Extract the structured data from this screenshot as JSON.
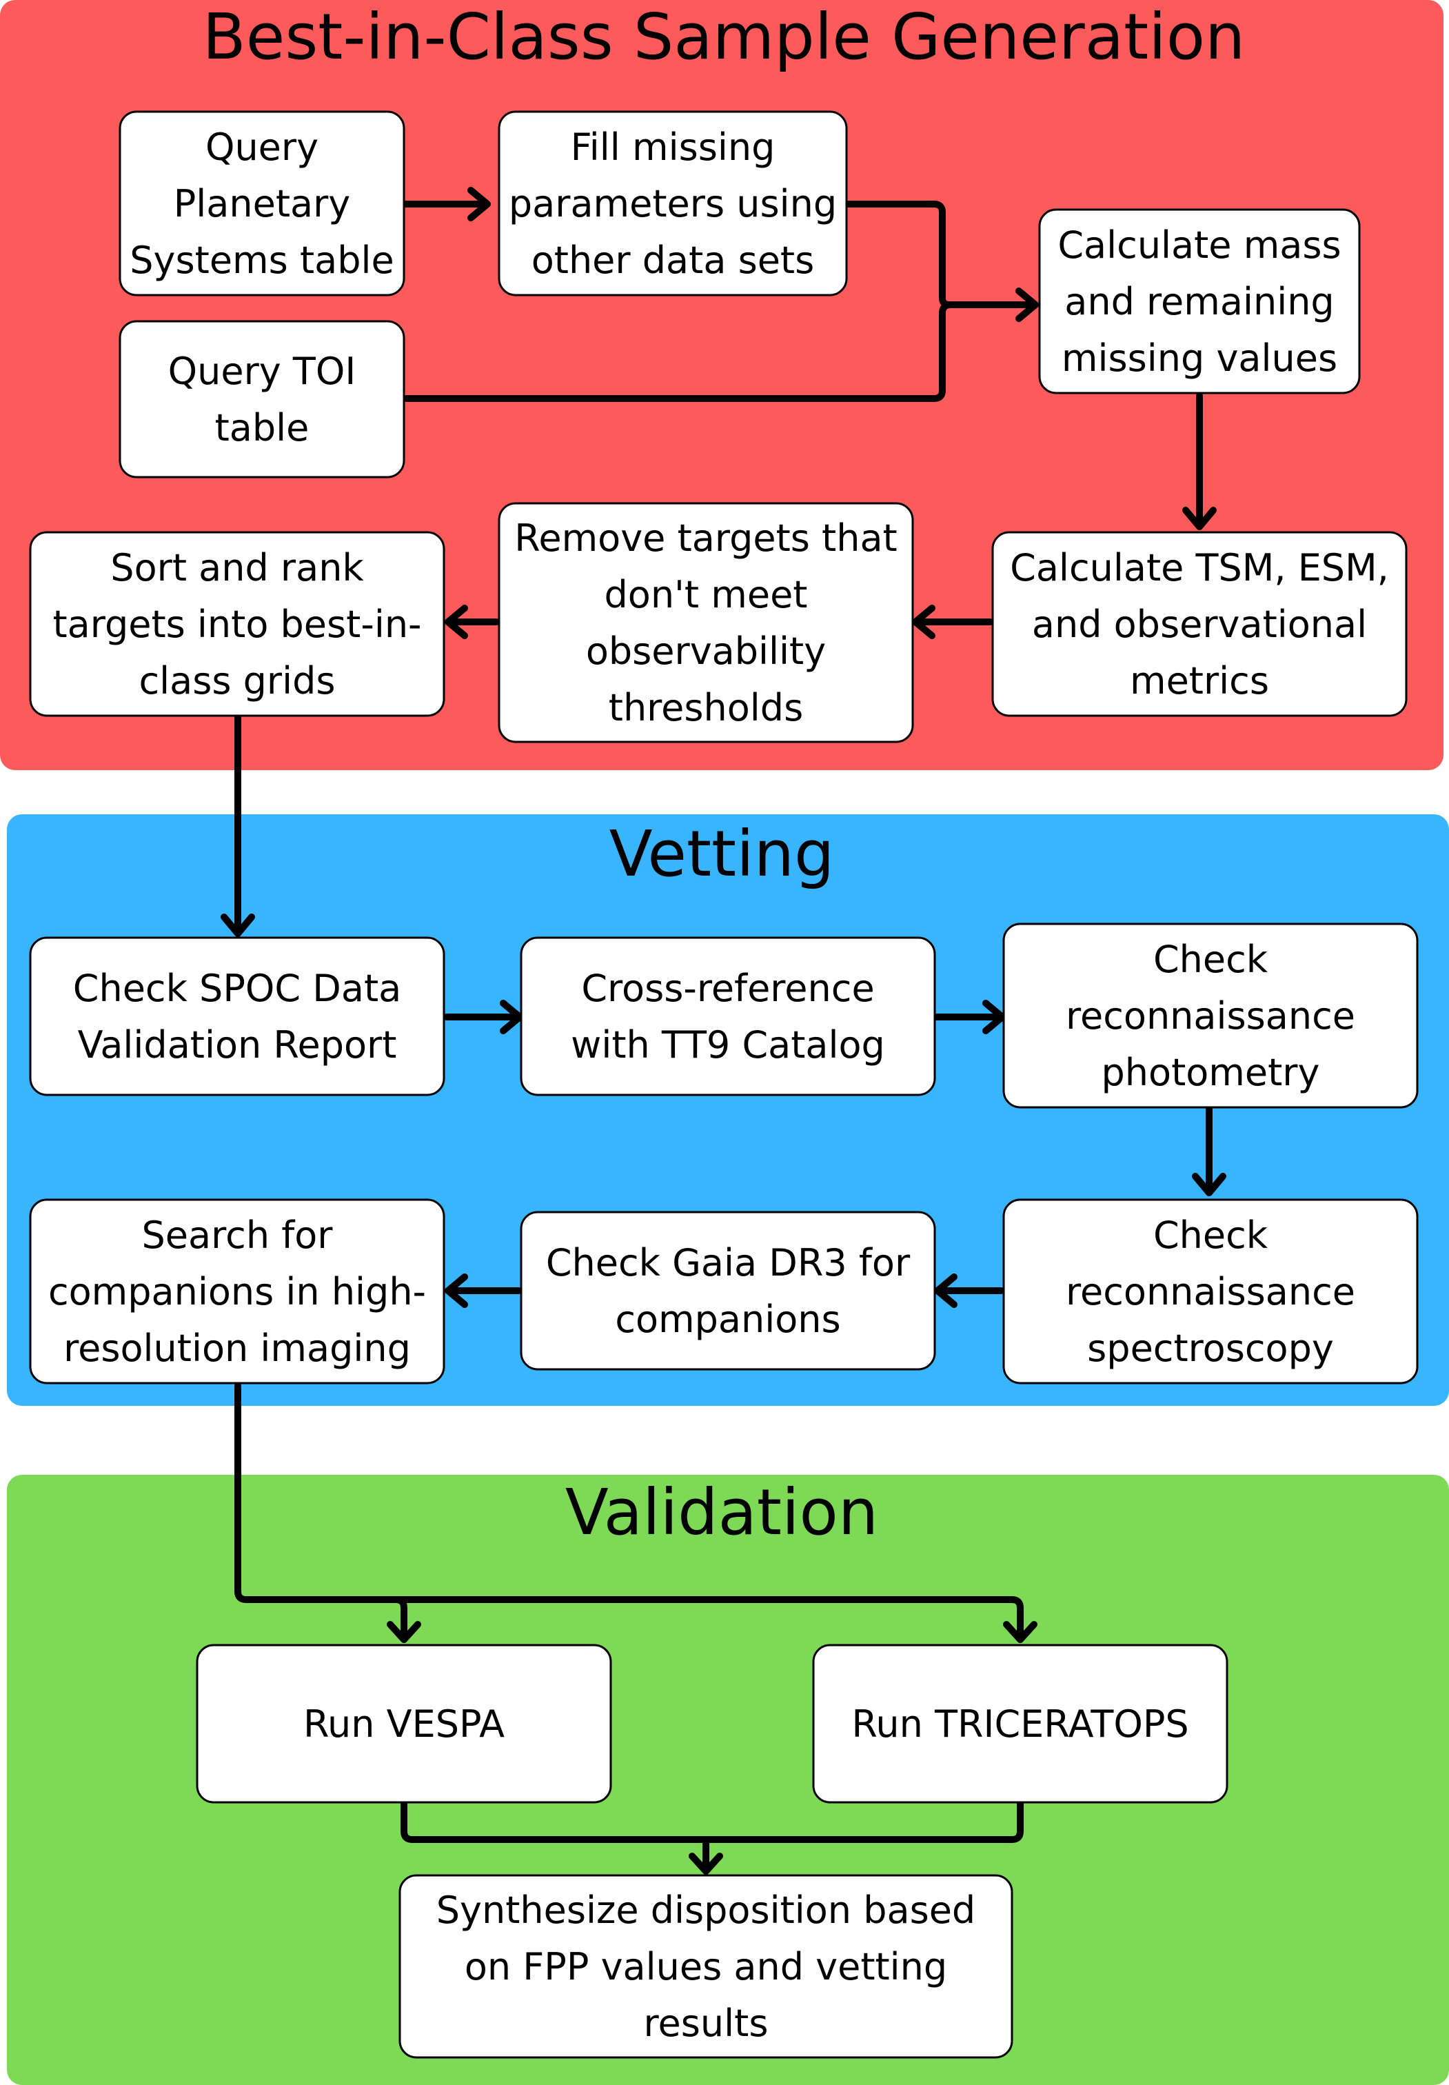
{
  "colors": {
    "generation_panel": "#fd5b5b",
    "vetting_panel": "#38b5fd",
    "validation_panel": "#7ed957"
  },
  "panels": {
    "generation": {
      "title": "Best-in-Class Sample Generation"
    },
    "vetting": {
      "title": "Vetting"
    },
    "validation": {
      "title": "Validation"
    }
  },
  "boxes": {
    "query_planetary": [
      "Query",
      "Planetary",
      "Systems table"
    ],
    "fill_missing": [
      "Fill missing",
      "parameters using",
      "other data sets"
    ],
    "query_toi": [
      "Query TOI",
      "table"
    ],
    "calc_mass": [
      "Calculate mass",
      "and remaining",
      "missing values"
    ],
    "calc_tsm": [
      "Calculate TSM, ESM,",
      "and observational",
      "metrics"
    ],
    "remove_targets": [
      "Remove targets that",
      "don't meet",
      "observability",
      "thresholds"
    ],
    "sort_rank": [
      "Sort and rank",
      "targets into best-in-",
      "class grids"
    ],
    "check_spoc": [
      "Check SPOC Data",
      "Validation Report"
    ],
    "cross_ref": [
      "Cross-reference",
      "with TT9 Catalog"
    ],
    "recon_phot": [
      "Check",
      "reconnaissance",
      "photometry"
    ],
    "recon_spec": [
      "Check",
      "reconnaissance",
      "spectroscopy"
    ],
    "gaia": [
      "Check Gaia DR3 for",
      "companions"
    ],
    "search_companions": [
      "Search for",
      "companions in high-",
      "resolution imaging"
    ],
    "vespa": [
      "Run VESPA"
    ],
    "triceratops": [
      "Run TRICERATOPS"
    ],
    "synthesize": [
      "Synthesize disposition based",
      "on FPP values and vetting",
      "results"
    ]
  }
}
